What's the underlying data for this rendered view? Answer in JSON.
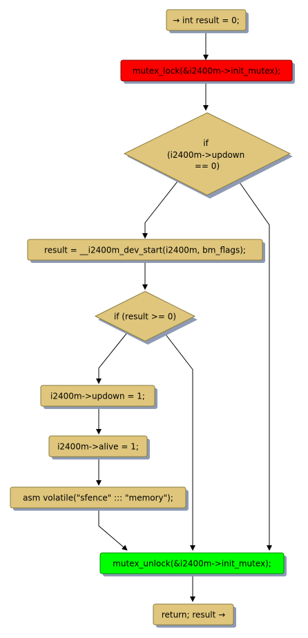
{
  "nodes": {
    "start": "→ int result = 0;",
    "lock": "mutex_lock(&i2400m->init_mutex);",
    "cond1": [
      "if",
      "(i2400m->updown",
      "== 0)"
    ],
    "dev_start": "result = __i2400m_dev_start(i2400m, bm_flags);",
    "cond2": "if (result >= 0)",
    "updown": "i2400m->updown = 1;",
    "alive": "i2400m->alive = 1;",
    "asm": "asm volatile(\"sfence\" ::: \"memory\");",
    "unlock": "mutex_unlock(&i2400m->init_mutex);",
    "ret": "return; result →"
  },
  "colors": {
    "box": "#dfc67c",
    "box_border": "#8a7a3a",
    "shadow": "#8d9ab3",
    "lock": "#ff0000",
    "unlock": "#00ff00",
    "edge": "#000000"
  }
}
